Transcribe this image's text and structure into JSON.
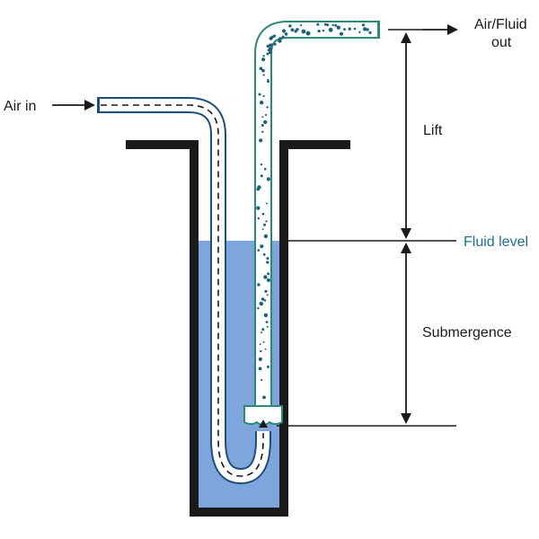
{
  "labels": {
    "air_in": "Air in",
    "air_fluid_out_line1": "Air/Fluid",
    "air_fluid_out_line2": "out",
    "lift": "Lift",
    "fluid_level": "Fluid level",
    "submergence": "Submergence"
  },
  "colors": {
    "fluid": "#7ea6dc",
    "air_pipe_outline": "#1f4e79",
    "mixture_pipe_outline": "#2a8a78",
    "bubbles": "#1f5f7a",
    "well_wall": "#1a1a1a",
    "fluid_level_text": "#1f6f9a"
  }
}
